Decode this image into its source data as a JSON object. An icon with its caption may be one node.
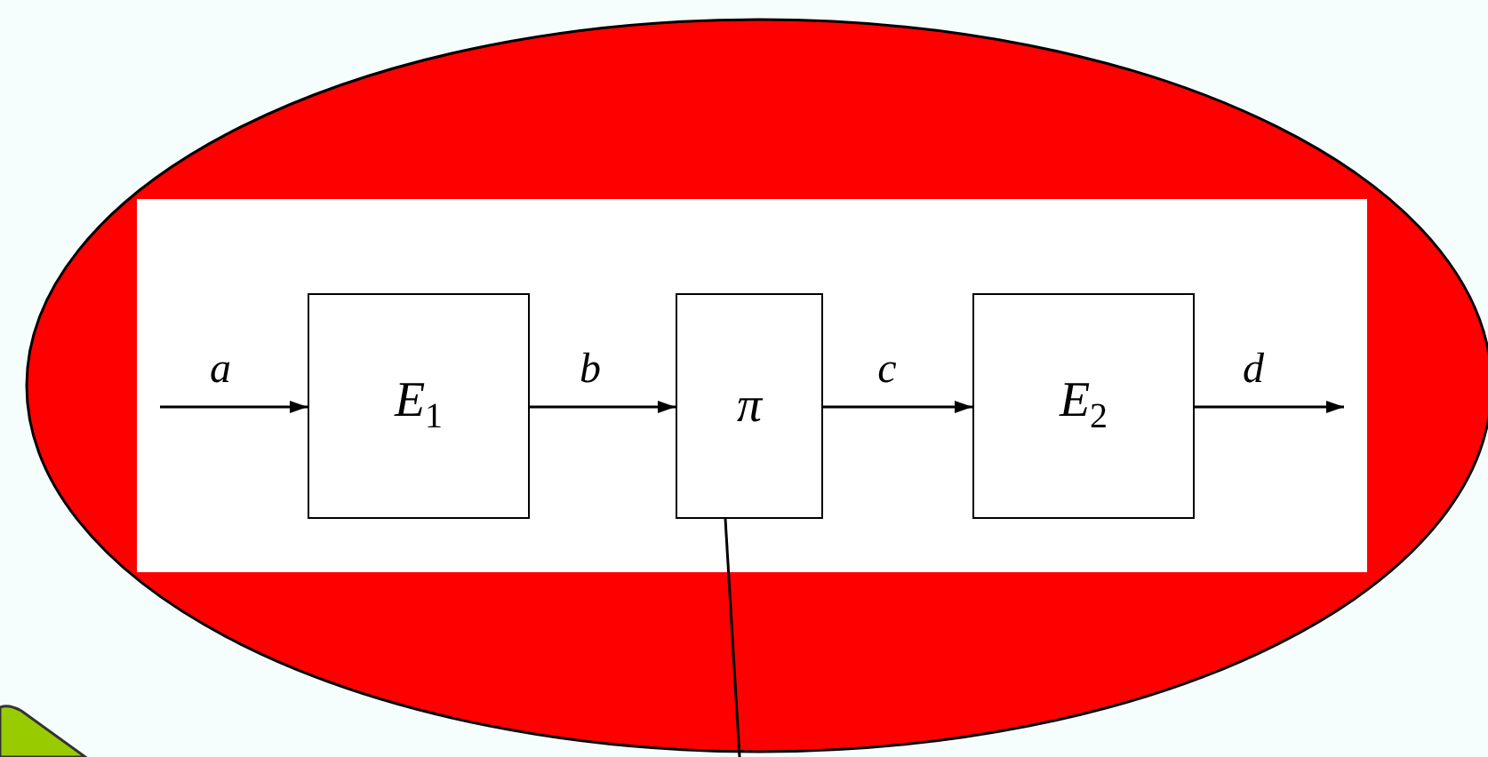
{
  "diagram": {
    "nodes": [
      {
        "text": [
          "*E*$_{1}$"
        ]
      },
      {
        "text": [
          "*π*"
        ]
      },
      {
        "text": [
          "*E*$_{2}$"
        ]
      }
    ],
    "edges": [
      {
        "from": null,
        "to": 0,
        "arrow": "to",
        "label": "a"
      },
      {
        "from": 0,
        "to": 1,
        "arrow": "to",
        "label": "b"
      },
      {
        "from": 1,
        "to": 2,
        "arrow": "to",
        "label": "c"
      },
      {
        "from": 2,
        "to": null,
        "arrow": "to",
        "label": "d"
      },
      {
        "from": 1,
        "to": null,
        "arrow": "none"
      }
    ]
  }
}
